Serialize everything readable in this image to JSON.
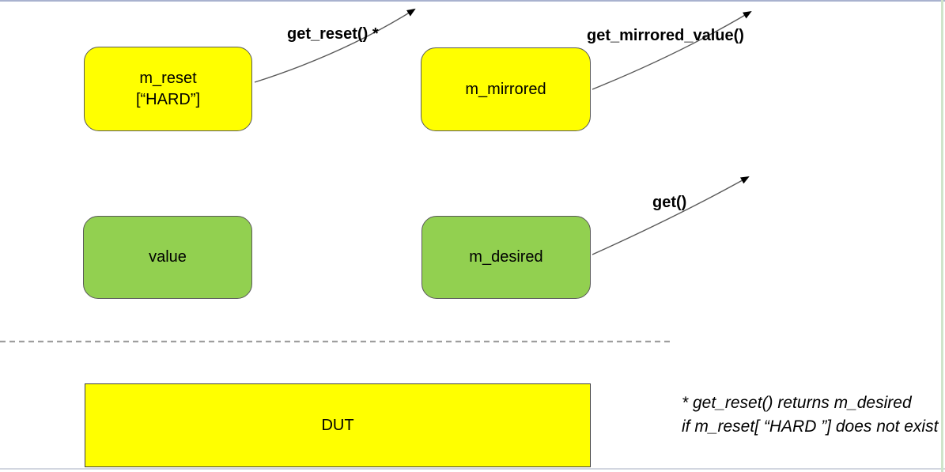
{
  "diagram": {
    "nodes": {
      "m_reset": {
        "line1": "m_reset",
        "line2": "[“HARD”]",
        "color": "#ffff00"
      },
      "m_mirrored": {
        "label": "m_mirrored",
        "color": "#ffff00"
      },
      "value": {
        "label": "value",
        "color": "#92d050"
      },
      "m_desired": {
        "label": "m_desired",
        "color": "#92d050"
      },
      "dut": {
        "label": "DUT",
        "color": "#ffff00"
      }
    },
    "arrows": {
      "get_reset": {
        "label": "get_reset() *"
      },
      "get_mirrored_value": {
        "label": "get_mirrored_value()"
      },
      "get": {
        "label": "get()"
      }
    },
    "note": {
      "line1": "* get_reset() returns m_desired",
      "line2": "if m_reset[ “HARD ”] does not exist"
    },
    "colors": {
      "node_yellow": "#ffff00",
      "node_green": "#92d050",
      "node_border": "#595959",
      "connector": "#595959",
      "dashed_separator": "#9e9e9e",
      "slide_edge_top": "#a9b2cf",
      "slide_edge_bottom": "#d2d6e0",
      "slide_edge_right": "#cfe4ca"
    }
  }
}
